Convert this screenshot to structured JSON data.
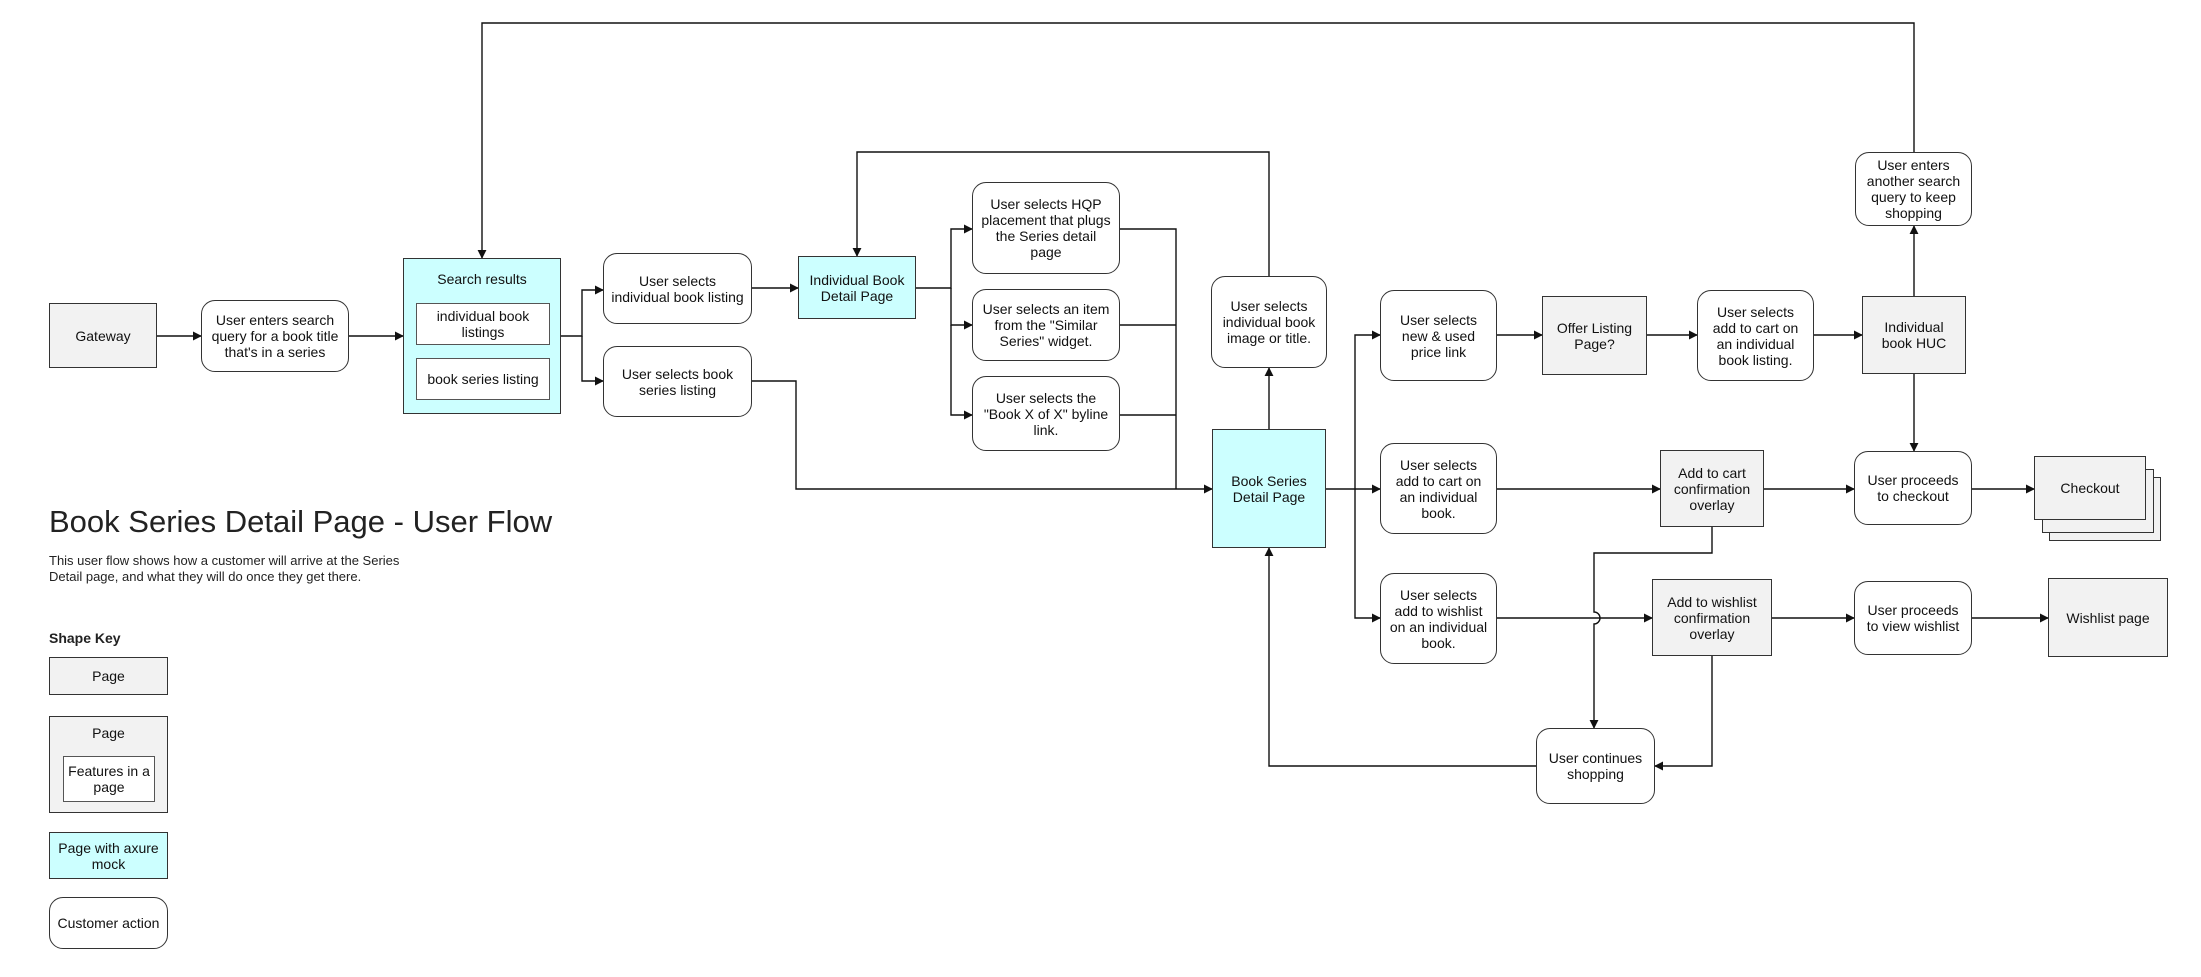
{
  "title": "Book Series Detail Page - User Flow",
  "description": "This user flow shows how a customer will arrive at the Series Detail page, and what they will do once they get there.",
  "shape_key": {
    "heading": "Shape Key",
    "page": "Page",
    "page_with_features": "Page",
    "features_in_page": "Features in a page",
    "axure_page": "Page with axure mock",
    "customer_action": "Customer action"
  },
  "nodes": {
    "gateway": "Gateway",
    "enter_search": "User enters search query for a book title that's in a series",
    "search_results": "Search results",
    "individual_listings": "individual book listings",
    "series_listing": "book series listing",
    "select_individual": "User selects individual book listing",
    "select_series": "User selects book series listing",
    "individual_detail": "Individual Book Detail Page",
    "select_hqp": "User selects HQP placement that plugs the Series detail page",
    "select_similar": "User selects an item from the \"Similar Series\" widget.",
    "select_byline": "User selects the \"Book X of X\" byline link.",
    "select_image": "User selects individual book image or title.",
    "series_detail": "Book Series Detail Page",
    "select_new_used": "User selects new & used price link",
    "offer_listing": "Offer Listing Page?",
    "select_add_cart_listing": "User selects add to cart on an individual book listing.",
    "huc": "Individual book HUC",
    "another_search": "User enters another search query to keep shopping",
    "select_add_cart": "User selects add to cart on an individual book.",
    "cart_overlay": "Add to cart confirmation overlay",
    "proceed_checkout": "User proceeds to checkout",
    "checkout": "Checkout",
    "select_wishlist": "User selects add to wishlist on an individual book.",
    "wishlist_overlay": "Add to wishlist confirmation overlay",
    "view_wishlist": "User proceeds to view wishlist",
    "wishlist_page": "Wishlist page",
    "continue_shopping": "User continues shopping"
  }
}
